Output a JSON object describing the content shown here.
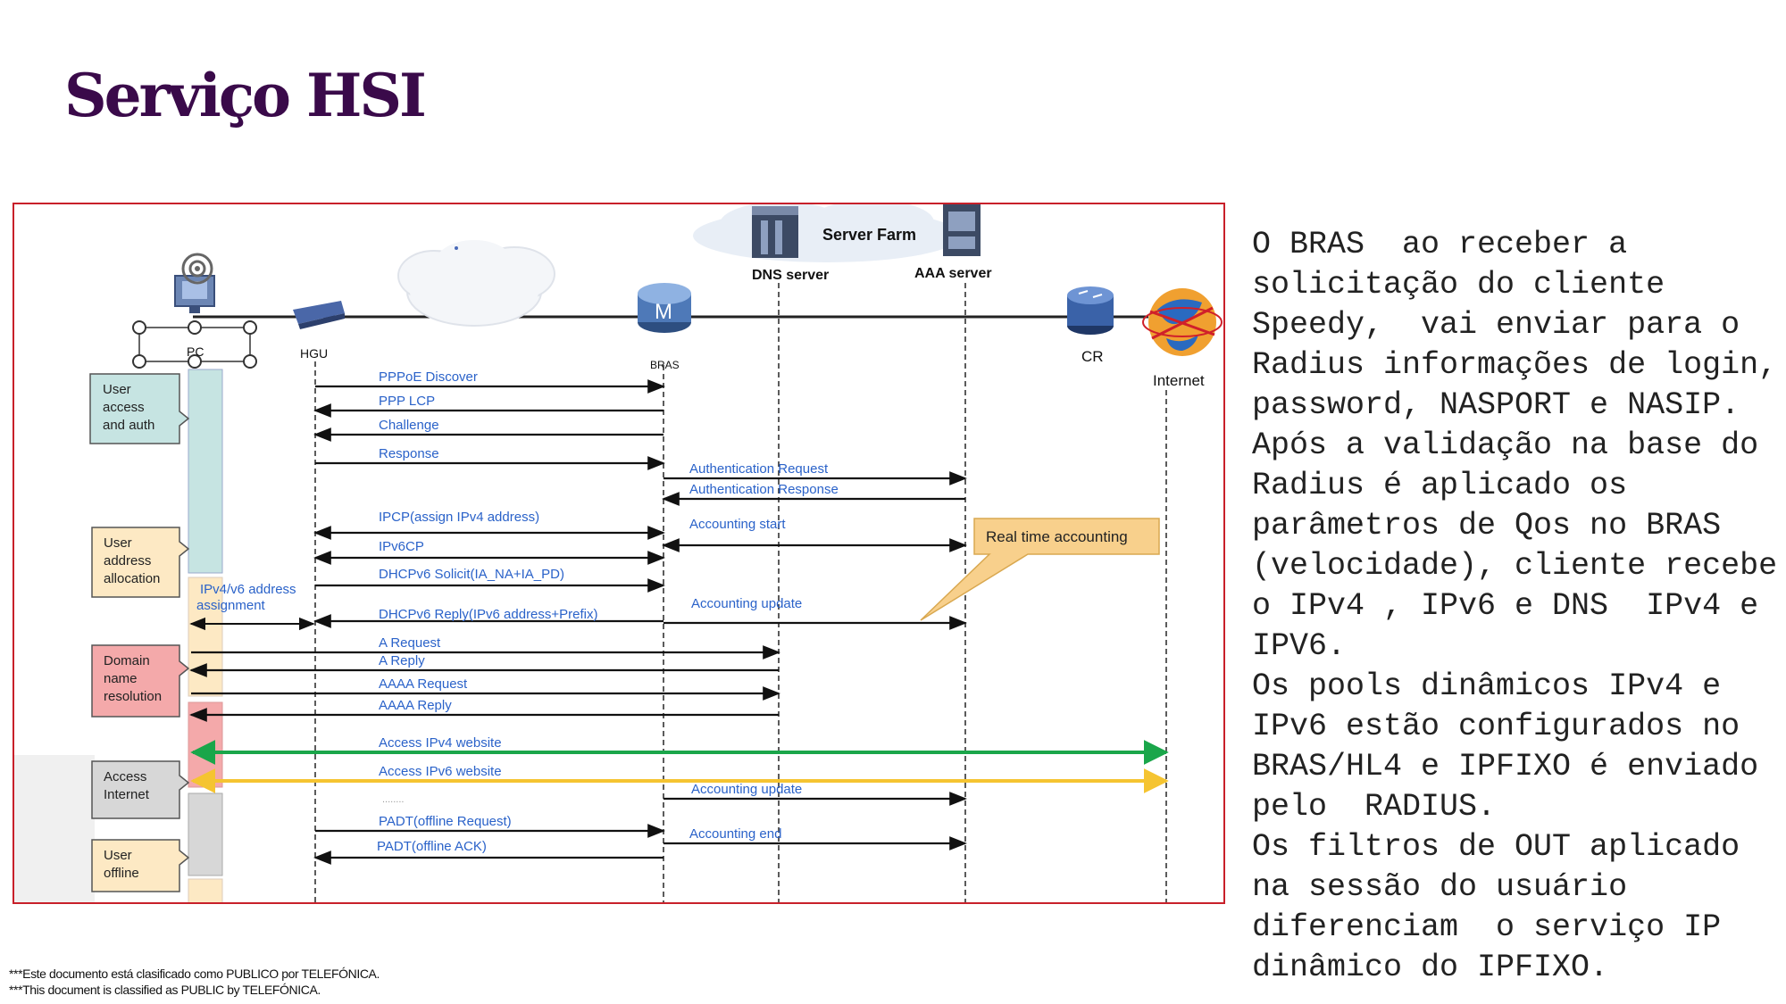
{
  "slide": {
    "title": "Serviço HSI",
    "body": "O BRAS  ao receber a solicitação do cliente Speedy,  vai enviar para o Radius informações de login, password, NASPORT e NASIP.\nApós a validação na base do Radius é aplicado os parâmetros de Qos no BRAS (velocidade), cliente recebe o IPv4 , IPv6 e DNS  IPv4 e IPV6.\nOs pools dinâmicos IPv4 e IPv6 estão configurados no BRAS/HL4 e IPFIXO é enviado pelo  RADIUS.\nOs filtros de OUT aplicado na sessão do usuário diferenciam  o serviço IP dinâmico do IPFIXO.",
    "footer_line1": "***Este documento está clasificado como PUBLICO por TELEFÓNICA.",
    "footer_line2": "***This document is classified as PUBLIC by TELEFÓNICA."
  },
  "diagram": {
    "server_farm": "Server Farm",
    "nodes": {
      "pc": "PC",
      "hgu": "HGU",
      "bras": "BRAS",
      "bras_icon_letter": "M",
      "dns": "DNS server",
      "aaa": "AAA server",
      "cr": "CR",
      "internet": "Internet"
    },
    "phases": {
      "auth": [
        "User",
        "access",
        "and auth"
      ],
      "addr": [
        "User",
        "address",
        "allocation"
      ],
      "dns": [
        "Domain",
        "name",
        "resolution"
      ],
      "access": [
        "Access",
        "Internet"
      ],
      "offline": [
        "User",
        "offline"
      ]
    },
    "ipv46_label": [
      "IPv4/v6 address",
      "assignment"
    ],
    "callout": "Real time accounting",
    "ellipsis": "........",
    "messages": {
      "m1": "PPPoE Discover",
      "m2": "PPP LCP",
      "m3": "Challenge",
      "m4": "Response",
      "m5": "Authentication Request",
      "m6": "Authentication Response",
      "m7": "IPCP(assign IPv4 address)",
      "m8": "IPv6CP",
      "m9": "DHCPv6 Solicit(IA_NA+IA_PD)",
      "m10": "DHCPv6 Reply(IPv6 address+Prefix)",
      "m11": "Accounting start",
      "m12": "Accounting update",
      "m13": "A Request",
      "m14": "A Reply",
      "m15": "AAAA Request",
      "m16": "AAAA Reply",
      "m17": "Access IPv4 website",
      "m18": "Access IPv6 website",
      "m19": "Accounting update",
      "m20": "PADT(offline Request)",
      "m21": "PADT(offline ACK)",
      "m22": "Accounting end"
    }
  },
  "colors": {
    "title": "#3a0a4a",
    "frame_border": "#c8202a",
    "message_text": "#2a62c9",
    "auth_fill": "#c6e4e2",
    "addr_fill": "#fde9c4",
    "dns_fill": "#f4a9aa",
    "access_fill": "#d7d7d7",
    "ipv4_arrow": "#1aa64a",
    "ipv6_arrow": "#f5c431",
    "callout_fill": "#f8d08c"
  }
}
